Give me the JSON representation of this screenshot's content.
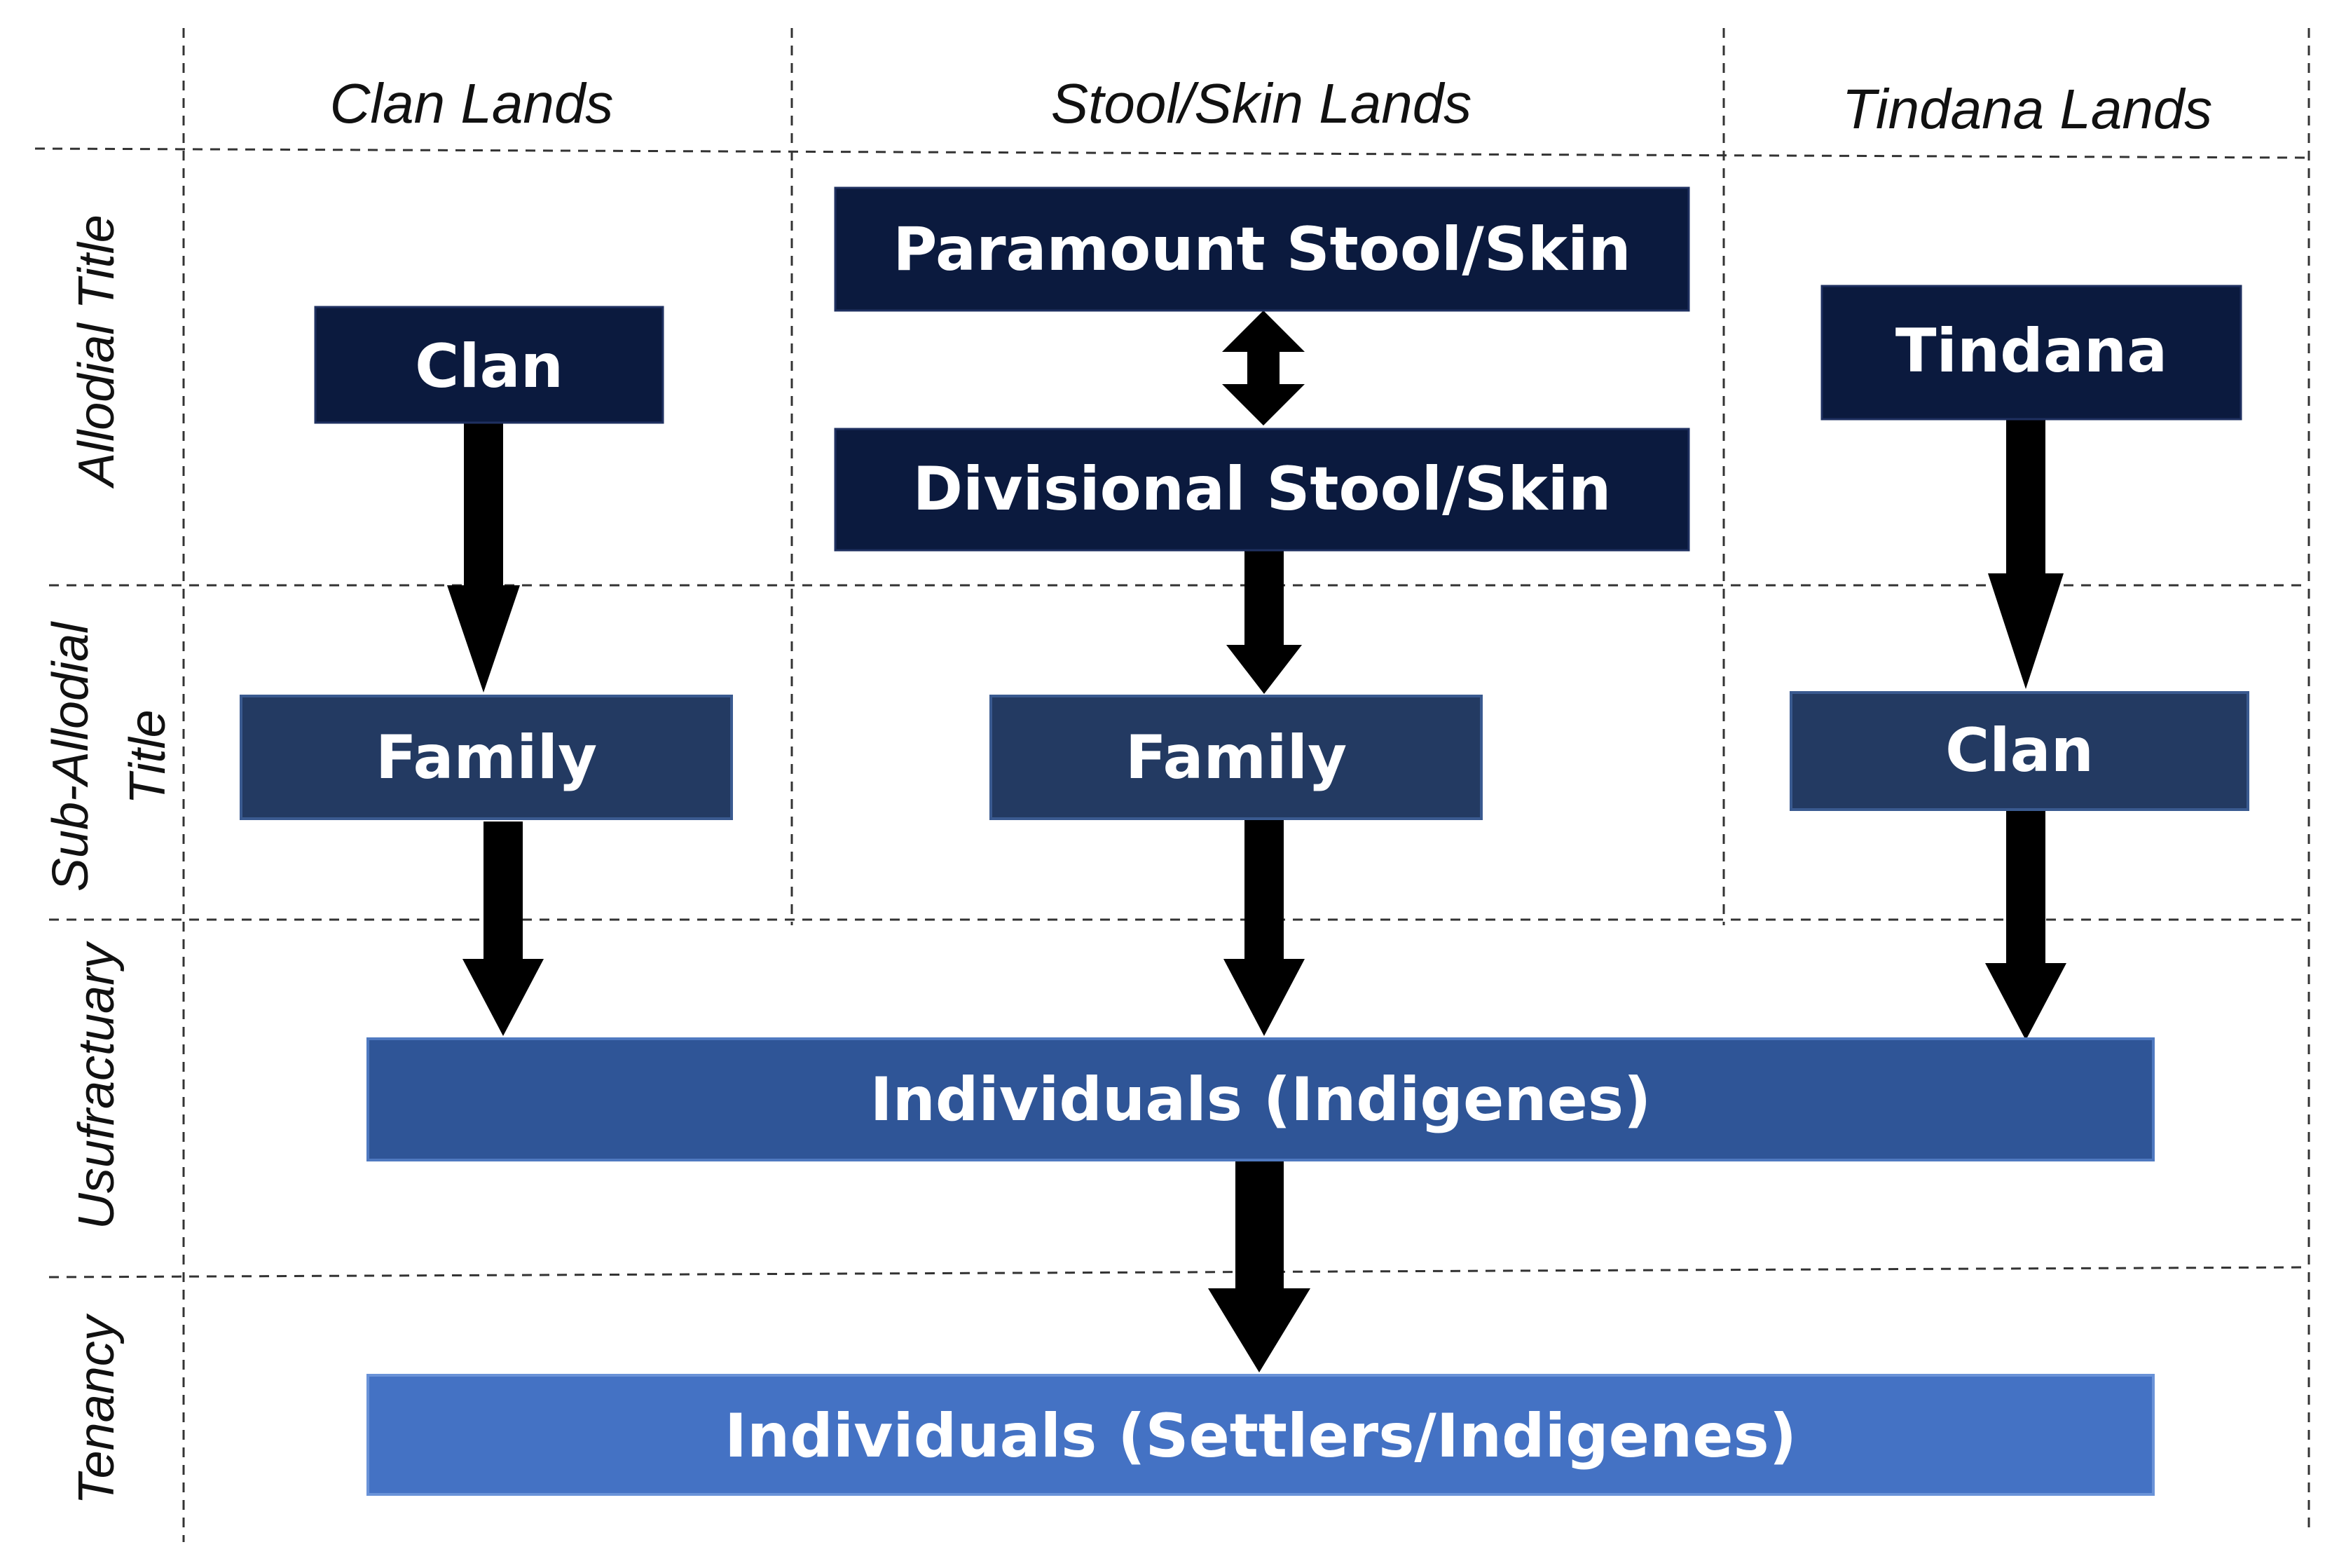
{
  "columns": [
    {
      "label": "Clan Lands"
    },
    {
      "label": "Stool/Skin Lands"
    },
    {
      "label": "Tindana Lands"
    }
  ],
  "rows": [
    {
      "label": [
        "Allodial Title"
      ]
    },
    {
      "label": [
        "Sub-Allodial",
        "Title"
      ]
    },
    {
      "label": [
        "Usufractuary"
      ]
    },
    {
      "label": [
        "Tenancy"
      ]
    }
  ],
  "boxes": {
    "clan_allodial": "Clan",
    "paramount": "Paramount Stool/Skin",
    "divisional": "Divisional Stool/Skin",
    "tindana": "Tindana",
    "family_clan": "Family",
    "family_stool": "Family",
    "clan_tindana": "Clan",
    "individuals_indigenes": "Individuals (Indigenes)",
    "individuals_settlers": "Individuals (Settlers/Indigenes)"
  },
  "colors": {
    "allodial_box": "#0b1a3e",
    "sub_allodial_box": "#233a62",
    "usufractuary_box": "#2f5597",
    "tenancy_box": "#4472c4",
    "box_text": "#ffffff",
    "arrow": "#000000",
    "grid_line": "#333333"
  }
}
